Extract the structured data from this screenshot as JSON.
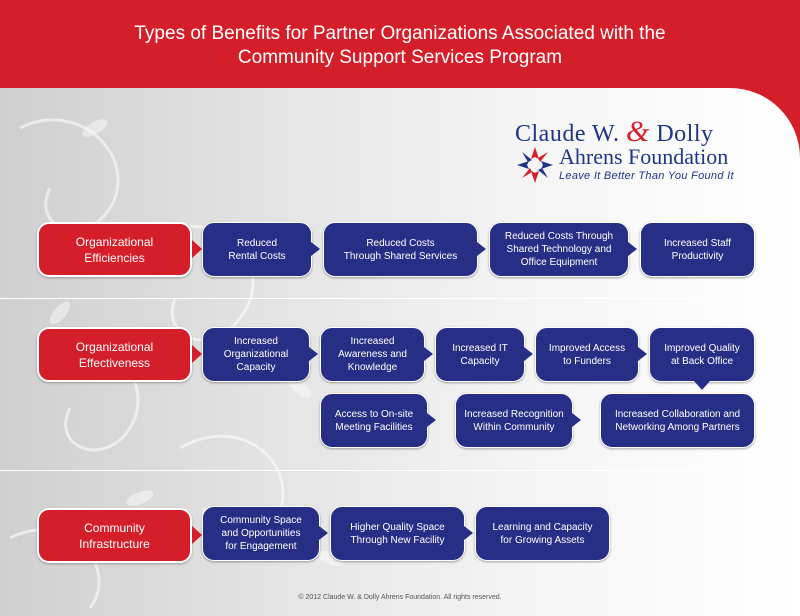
{
  "title": {
    "line1": "Types of Benefits for Partner Organizations Associated with the",
    "line2": "Community Support Services Program"
  },
  "logo": {
    "name_part1": "Claude W.",
    "ampersand": "&",
    "name_part2": "Dolly",
    "name_line2": "Ahrens Foundation",
    "tagline": "Leave It Better Than You Found It"
  },
  "rows": [
    {
      "category": "Organizational\nEfficiencies",
      "benefits": [
        "Reduced\nRental Costs",
        "Reduced Costs\nThrough Shared Services",
        "Reduced Costs Through\nShared Technology and\nOffice Equipment",
        "Increased Staff\nProductivity"
      ]
    },
    {
      "category": "Organizational\nEffectiveness",
      "benefits": [
        "Increased\nOrganizational\nCapacity",
        "Increased\nAwareness and\nKnowledge",
        "Increased IT\nCapacity",
        "Improved Access\nto Funders",
        "Improved Quality\nat Back Office",
        "Increased Collaboration and\nNetworking Among Partners",
        "Increased Recognition\nWithin Community",
        "Access to On-site\nMeeting Facilities"
      ]
    },
    {
      "category": "Community\nInfrastructure",
      "benefits": [
        "Community Space\nand Opportunities\nfor Engagement",
        "Higher Quality Space\nThrough New Facility",
        "Learning and Capacity\nfor Growing Assets"
      ]
    }
  ],
  "colors": {
    "red": "#d41f2a",
    "navy": "#262f85",
    "background": "#e8e8e8"
  },
  "footer": "© 2012 Claude W. & Dolly Ahrens Foundation.  All rights reserved."
}
